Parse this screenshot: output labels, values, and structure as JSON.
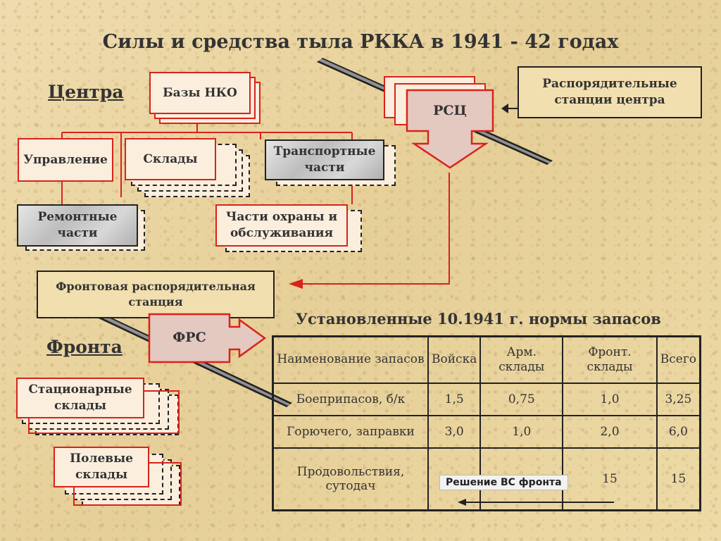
{
  "title": "Силы и средства тыла РККА в 1941 - 42 годах",
  "centre_heading": "Центра",
  "front_heading": "Фронта",
  "nodes": {
    "bases_nko": "Базы НКО",
    "rsc": "РСЦ",
    "central_stations": "Распорядительные станции центра",
    "management": "Управление",
    "warehouses": "Склады",
    "transport": "Транспортные части",
    "repair": "Ремонтные части",
    "guard": "Части охраны и обслуживания",
    "front_station": "Фронтовая распорядительная станция",
    "frs": "ФРС",
    "stationary": "Стационарные склады",
    "field": "Полевые склады"
  },
  "table": {
    "caption": "Установленные 10.1941 г. нормы запасов",
    "headers": [
      "Наименование запасов",
      "Войска",
      "Арм. склады",
      "Фронт. склады",
      "Всего"
    ],
    "rows": [
      [
        "Боеприпасов, б/к",
        "1,5",
        "0,75",
        "1,0",
        "3,25"
      ],
      [
        "Горючего, заправки",
        "3,0",
        "1,0",
        "2,0",
        "6,0"
      ],
      [
        "Продовольствия, сутодач",
        "",
        "",
        "15",
        "15"
      ]
    ],
    "note": "Решение ВС фронта"
  },
  "colors": {
    "accent": "#d8231c",
    "background": "#ecd9a8"
  }
}
